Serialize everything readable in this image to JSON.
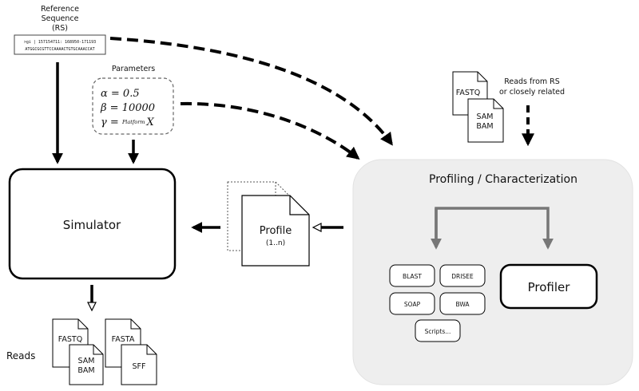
{
  "reference": {
    "title_line1": "Reference",
    "title_line2": "Sequence",
    "title_line3": "(RS)",
    "seq_line1": ">gi | 157154711: 168950-171193",
    "seq_line2": "ATGGCGCGTTCCAAAACTGTGCAAACCAT"
  },
  "parameters": {
    "title": "Parameters",
    "alpha": "α = 0.5",
    "beta": "β = 10000",
    "gamma": "γ = ",
    "gamma_sub": "Platform",
    "gamma_x": "X"
  },
  "simulator": {
    "label": "Simulator"
  },
  "profile": {
    "label": "Profile",
    "sub": "(1..n)"
  },
  "profiling": {
    "title": "Profiling / Characterization",
    "tools": [
      "BLAST",
      "DRISEE",
      "SOAP",
      "BWA",
      "Scripts..."
    ],
    "profiler_label": "Profiler"
  },
  "reads_input": {
    "label_line1": "Reads from RS",
    "label_line2": "or closely related",
    "doc1": "FASTQ",
    "doc2_line1": "SAM",
    "doc2_line2": "BAM"
  },
  "reads_output": {
    "label": "Reads",
    "doc_fastq": "FASTQ",
    "doc_sam_line1": "SAM",
    "doc_sam_line2": "BAM",
    "doc_fasta": "FASTA",
    "doc_sff": "SFF"
  }
}
